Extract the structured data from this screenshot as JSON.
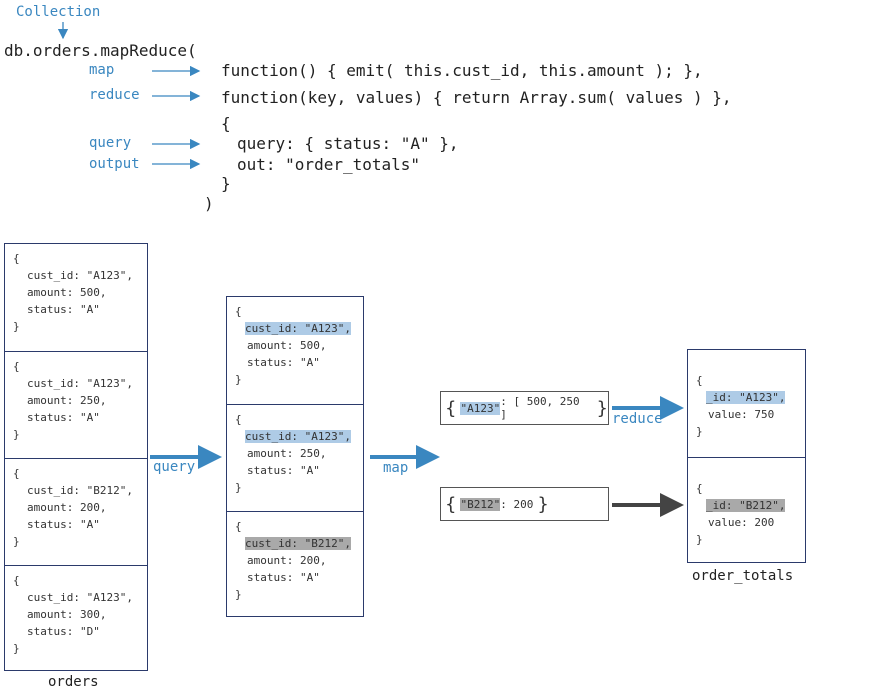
{
  "header": {
    "collection_label": "Collection",
    "call_line": "db.orders.mapReduce(",
    "closing_paren": ")"
  },
  "args": [
    {
      "label": "map",
      "code": "function() { emit( this.cust_id, this.amount ); },"
    },
    {
      "label": "reduce",
      "code": "function(key, values) { return Array.sum( values ) },"
    }
  ],
  "options": {
    "open_brace": "{",
    "query_label": "query",
    "query_code": "query: { status: \"A\" },",
    "output_label": "output",
    "output_code": "out: \"order_totals\"",
    "close_brace": "}"
  },
  "orders": {
    "caption": "orders",
    "docs": [
      {
        "cust_id": "cust_id: \"A123\",",
        "amount": "amount: 500,",
        "status": "status: \"A\""
      },
      {
        "cust_id": "cust_id: \"A123\",",
        "amount": "amount: 250,",
        "status": "status: \"A\""
      },
      {
        "cust_id": "cust_id: \"B212\",",
        "amount": "amount: 200,",
        "status": "status: \"A\""
      },
      {
        "cust_id": "cust_id: \"A123\",",
        "amount": "amount: 300,",
        "status": "status: \"D\""
      }
    ]
  },
  "filtered": {
    "docs": [
      {
        "cust_id": "cust_id: \"A123\",",
        "amount": "amount: 500,",
        "status": "status: \"A\"",
        "highlight": "blue"
      },
      {
        "cust_id": "cust_id: \"A123\",",
        "amount": "amount: 250,",
        "status": "status: \"A\"",
        "highlight": "blue"
      },
      {
        "cust_id": "cust_id: \"B212\",",
        "amount": "amount: 200,",
        "status": "status: \"A\"",
        "highlight": "gray"
      }
    ]
  },
  "stage_labels": {
    "query": "query",
    "map": "map",
    "reduce": "reduce"
  },
  "mapped": [
    {
      "key": "\"A123\"",
      "rest": ": [ 500, 250 ]",
      "highlight": "blue"
    },
    {
      "key": "\"B212\"",
      "rest": ": 200",
      "highlight": "gray"
    }
  ],
  "order_totals": {
    "caption": "order_totals",
    "docs": [
      {
        "id": "_id: \"A123\",",
        "value": "value: 750",
        "highlight": "blue"
      },
      {
        "id": "_id: \"B212\",",
        "value": "value: 200",
        "highlight": "gray"
      }
    ]
  },
  "braces": {
    "open": "{",
    "close": "}"
  },
  "colors": {
    "label_blue": "#3a87c0",
    "highlight_blue": "#aecbe6",
    "highlight_gray": "#a9a9a9",
    "box_border": "#2b3a6b",
    "dark_arrow": "#444444"
  }
}
